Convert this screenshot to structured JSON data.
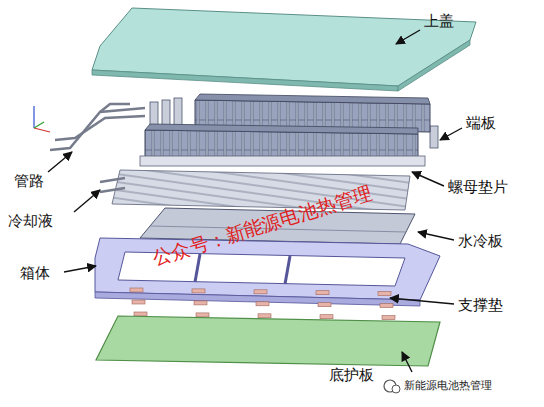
{
  "diagram": {
    "labels": [
      "上盖",
      "端板",
      "管路",
      "螺母垫片",
      "冷却液",
      "水冷板",
      "箱体",
      "支撑垫",
      "底护板",
      "公众号：新能源电池热管理",
      "新能源电池热管理"
    ]
  }
}
